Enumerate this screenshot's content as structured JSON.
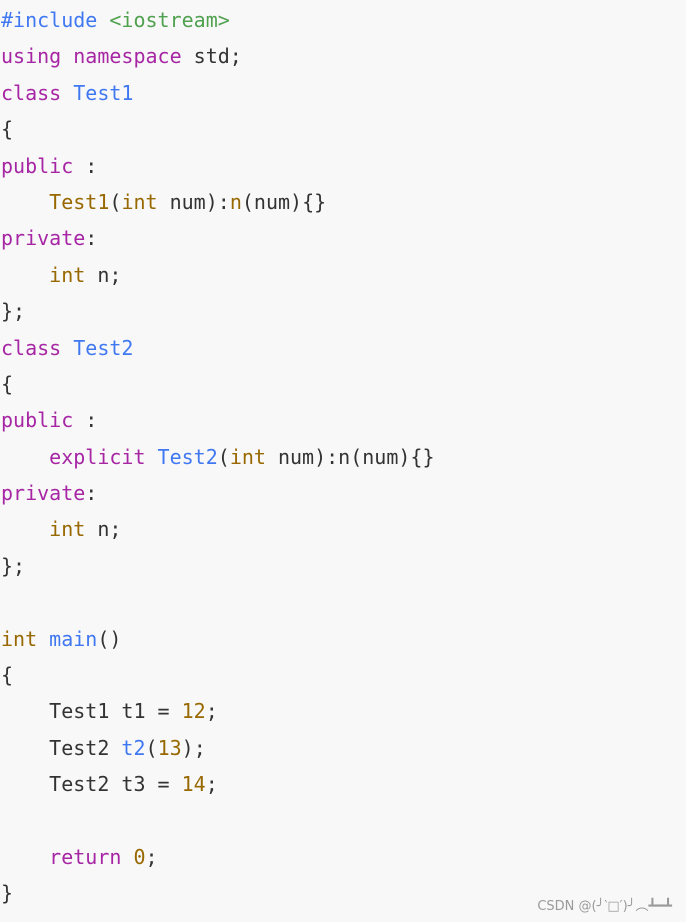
{
  "code": {
    "language": "cpp",
    "lines": [
      [
        {
          "t": "#include",
          "c": "meta"
        },
        {
          "t": " ",
          "c": "plain"
        },
        {
          "t": "<iostream>",
          "c": "str"
        }
      ],
      [
        {
          "t": "using",
          "c": "kw"
        },
        {
          "t": " ",
          "c": "plain"
        },
        {
          "t": "namespace",
          "c": "kw"
        },
        {
          "t": " std;",
          "c": "plain"
        }
      ],
      [
        {
          "t": "class",
          "c": "kw"
        },
        {
          "t": " ",
          "c": "plain"
        },
        {
          "t": "Test1",
          "c": "title"
        }
      ],
      [
        {
          "t": "{",
          "c": "plain"
        }
      ],
      [
        {
          "t": "public",
          "c": "kw"
        },
        {
          "t": " :",
          "c": "plain"
        }
      ],
      [
        {
          "t": "    ",
          "c": "plain"
        },
        {
          "t": "Test1",
          "c": "type"
        },
        {
          "t": "(",
          "c": "plain"
        },
        {
          "t": "int",
          "c": "type"
        },
        {
          "t": " num):",
          "c": "plain"
        },
        {
          "t": "n",
          "c": "type"
        },
        {
          "t": "(num){}",
          "c": "plain"
        }
      ],
      [
        {
          "t": "private",
          "c": "kw"
        },
        {
          "t": ":",
          "c": "plain"
        }
      ],
      [
        {
          "t": "    ",
          "c": "plain"
        },
        {
          "t": "int",
          "c": "type"
        },
        {
          "t": " n;",
          "c": "plain"
        }
      ],
      [
        {
          "t": "};",
          "c": "plain"
        }
      ],
      [
        {
          "t": "class",
          "c": "kw"
        },
        {
          "t": " ",
          "c": "plain"
        },
        {
          "t": "Test2",
          "c": "title"
        }
      ],
      [
        {
          "t": "{",
          "c": "plain"
        }
      ],
      [
        {
          "t": "public",
          "c": "kw"
        },
        {
          "t": " :",
          "c": "plain"
        }
      ],
      [
        {
          "t": "    ",
          "c": "plain"
        },
        {
          "t": "explicit",
          "c": "kw"
        },
        {
          "t": " ",
          "c": "plain"
        },
        {
          "t": "Test2",
          "c": "title"
        },
        {
          "t": "(",
          "c": "plain"
        },
        {
          "t": "int",
          "c": "type"
        },
        {
          "t": " num):n(num){}",
          "c": "plain"
        }
      ],
      [
        {
          "t": "private",
          "c": "kw"
        },
        {
          "t": ":",
          "c": "plain"
        }
      ],
      [
        {
          "t": "    ",
          "c": "plain"
        },
        {
          "t": "int",
          "c": "type"
        },
        {
          "t": " n;",
          "c": "plain"
        }
      ],
      [
        {
          "t": "};",
          "c": "plain"
        }
      ],
      [],
      [
        {
          "t": "int",
          "c": "type"
        },
        {
          "t": " ",
          "c": "plain"
        },
        {
          "t": "main",
          "c": "title"
        },
        {
          "t": "()",
          "c": "plain"
        }
      ],
      [
        {
          "t": "{",
          "c": "plain"
        }
      ],
      [
        {
          "t": "    Test1 t1 = ",
          "c": "plain"
        },
        {
          "t": "12",
          "c": "num"
        },
        {
          "t": ";",
          "c": "plain"
        }
      ],
      [
        {
          "t": "    Test2 ",
          "c": "plain"
        },
        {
          "t": "t2",
          "c": "title"
        },
        {
          "t": "(",
          "c": "plain"
        },
        {
          "t": "13",
          "c": "num"
        },
        {
          "t": ");",
          "c": "plain"
        }
      ],
      [
        {
          "t": "    Test2 t3 = ",
          "c": "plain"
        },
        {
          "t": "14",
          "c": "num"
        },
        {
          "t": ";",
          "c": "plain"
        }
      ],
      [],
      [
        {
          "t": "    ",
          "c": "plain"
        },
        {
          "t": "return",
          "c": "kw"
        },
        {
          "t": " ",
          "c": "plain"
        },
        {
          "t": "0",
          "c": "num"
        },
        {
          "t": ";",
          "c": "plain"
        }
      ],
      [
        {
          "t": "}",
          "c": "plain"
        }
      ]
    ]
  },
  "watermark": {
    "text": "CSDN @(╯‵□′)╯︵┻━┻"
  },
  "colors": {
    "background": "#f8f8f8",
    "keyword": "#a626a4",
    "type": "#986801",
    "title": "#4078f2",
    "string": "#50a14f",
    "number": "#986801",
    "plain": "#333333",
    "watermark": "#9a9a9a"
  }
}
